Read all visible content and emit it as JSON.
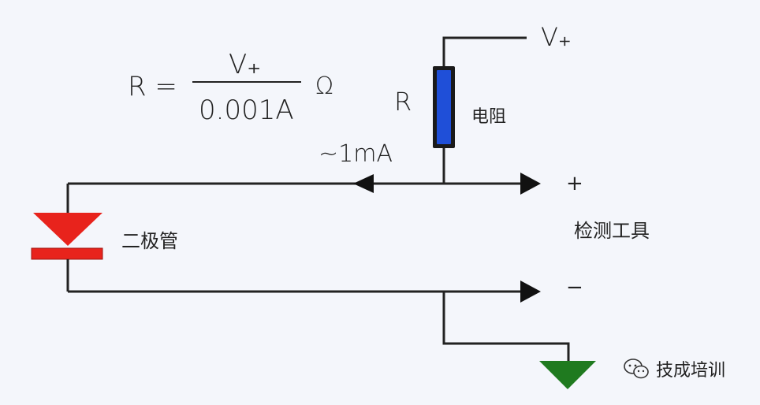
{
  "formula": {
    "lhs": "R =",
    "numerator": "V₊",
    "denominator": "0.001A",
    "unit": "Ω"
  },
  "supply_label": "V₊",
  "resistor": {
    "symbol": "R",
    "name": "电阻",
    "color": "#1f4fd8"
  },
  "current_label": "~1mA",
  "diode": {
    "name": "二极管",
    "color": "#e8231c"
  },
  "tool": {
    "name": "检测工具",
    "plus": "+",
    "minus": "−"
  },
  "ground_color": "#1f7a1f",
  "watermark": {
    "text": "技成培训",
    "icon": "wechat-icon"
  }
}
